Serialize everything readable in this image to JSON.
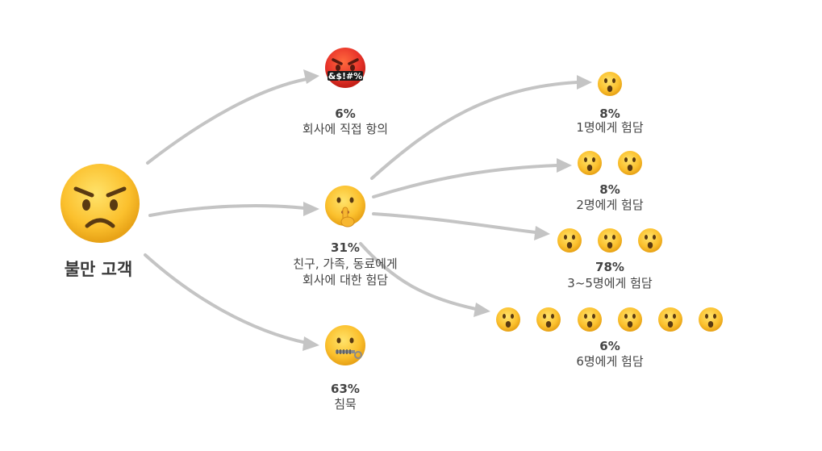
{
  "root": {
    "label": "불만 고객",
    "emoji": "angry-face"
  },
  "reactions": [
    {
      "id": "complain",
      "percent": "6%",
      "lines": [
        "회사에 직접 항의"
      ],
      "emoji": "cursing-face",
      "symbols": "&$!#%"
    },
    {
      "id": "gossip",
      "percent": "31%",
      "lines": [
        "친구, 가족, 동료에게",
        "회사에 대한 험담"
      ],
      "emoji": "shushing-face"
    },
    {
      "id": "silent",
      "percent": "63%",
      "lines": [
        "침묵"
      ],
      "emoji": "zipper-mouth-face"
    }
  ],
  "spread": [
    {
      "id": "one",
      "percent": "8%",
      "label": "1명에게 험담",
      "faces": 1
    },
    {
      "id": "two",
      "percent": "8%",
      "label": "2명에게 험담",
      "faces": 2
    },
    {
      "id": "few",
      "percent": "78%",
      "label": "3~5명에게 험담",
      "faces": 3
    },
    {
      "id": "six",
      "percent": "6%",
      "label": "6명에게 험담",
      "faces": 6
    }
  ],
  "colors": {
    "arrow": "#c4c4c4",
    "text": "#444444",
    "face": "#f7b731",
    "angry_face": "#e8332a"
  }
}
